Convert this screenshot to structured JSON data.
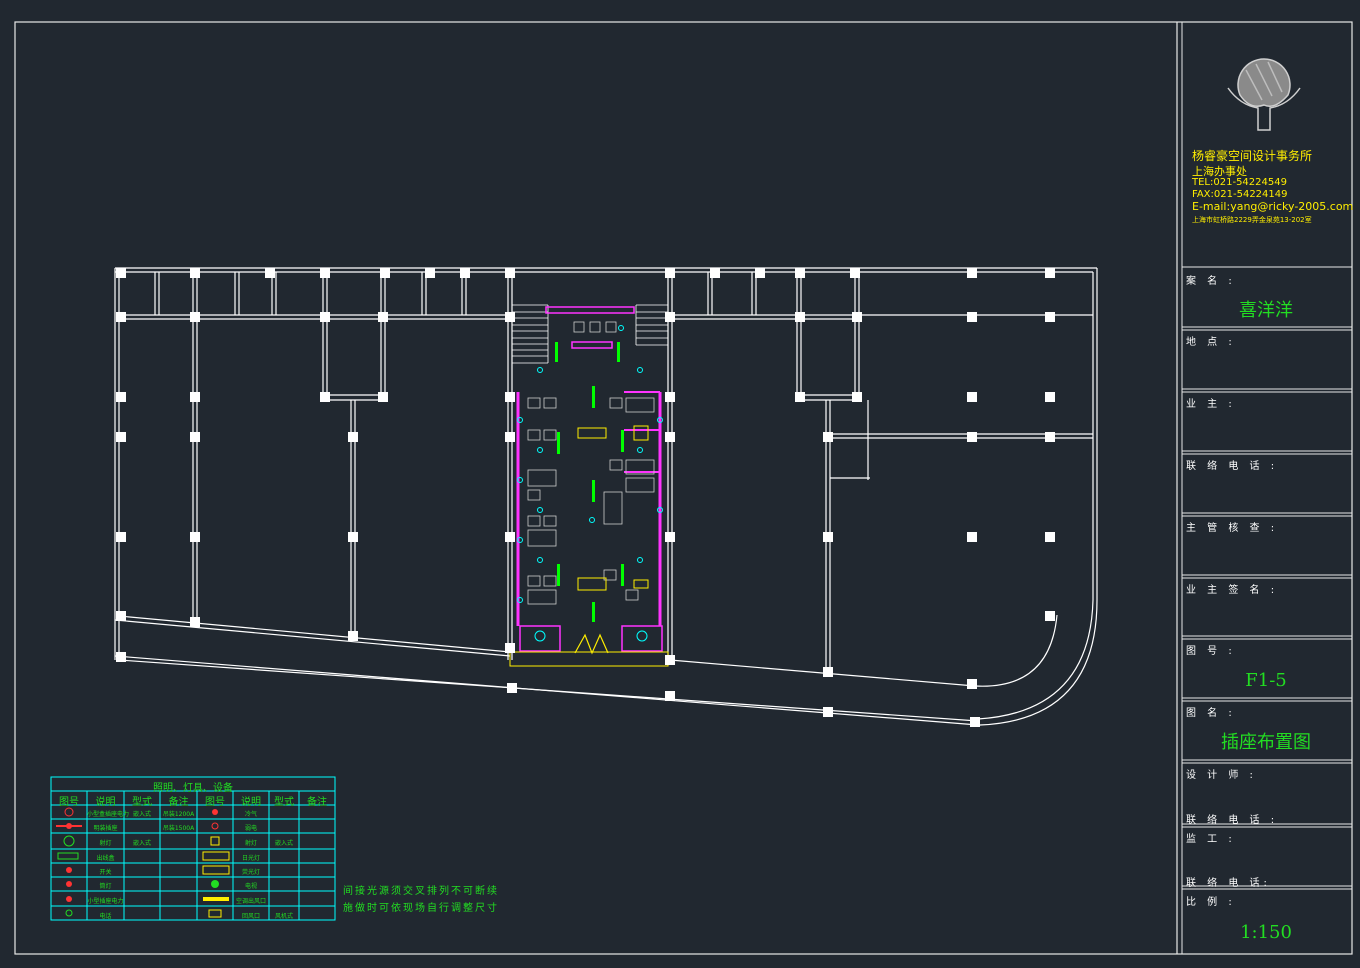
{
  "firm": {
    "name": "杨睿豪空间设计事务所",
    "office": "上海办事处",
    "tel": "TEL:021-54224549",
    "fax": "FAX:021-54224149",
    "email": "E-mail:yang@ricky-2005.com",
    "address": "上海市虹桥路2229弄金泉苑13-202室"
  },
  "title_block": {
    "project_label": "案 名 :",
    "project_value": "喜洋洋",
    "location_label": "地 点 :",
    "owner_label": "业 主 :",
    "phone_label_1": "联 络 电 话 :",
    "supervisor_label": "主 管 核 查 :",
    "owner_sign_label": "业 主 签 名 :",
    "drawing_no_label": "图 号 :",
    "drawing_no_value": "F1-5",
    "drawing_name_label": "图 名 :",
    "drawing_name_value": "插座布置图",
    "designer_label": "设 计 师 :",
    "phone_label_2": "联 络 电 话 :",
    "site_label": "监 工 :",
    "phone_label_3": "联 络 电 话:",
    "scale_label": "比 例 :",
    "scale_value": "1:150"
  },
  "legend": {
    "title": "照明、灯具、设备",
    "headers": [
      "图号",
      "说明",
      "型式",
      "备注",
      "图号",
      "说明",
      "型式",
      "备注"
    ],
    "rows": [
      [
        "小型盒插座电力",
        "嵌入式",
        "吊装1200A",
        "冷气"
      ],
      [
        "明装插座",
        "",
        "吊装1500A",
        "弱电"
      ],
      [
        "射灯",
        "嵌入式",
        "",
        "射灯",
        "嵌入式"
      ],
      [
        "出线盒",
        "",
        "",
        "日光灯",
        ""
      ],
      [
        "开关",
        "",
        "",
        "荧光灯",
        ""
      ],
      [
        "筒灯",
        "",
        "",
        "电视",
        ""
      ],
      [
        "小型插座电力",
        "",
        "",
        "空调出风口",
        ""
      ],
      [
        "电话",
        "",
        "",
        "回风口",
        "风机式"
      ]
    ]
  },
  "notes": [
    "间接光源须交叉排列不可断续",
    "施做时可依现场自行调整尺寸"
  ],
  "colors": {
    "background": "#212830",
    "wall": "#ffffff",
    "partition": "#ff33ff",
    "socket": "#00ff00",
    "fixture": "#00ffff",
    "text_green": "#22dd22",
    "text_yellow": "#ffee00"
  }
}
